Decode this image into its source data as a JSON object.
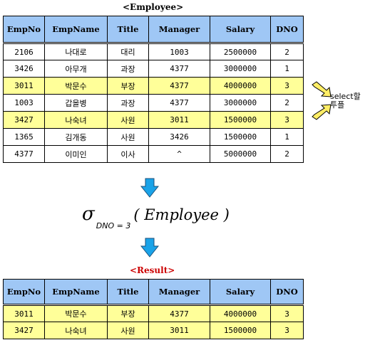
{
  "employee": {
    "caption": "<Employee>",
    "columns": [
      "EmpNo",
      "EmpName",
      "Title",
      "Manager",
      "Salary",
      "DNO"
    ],
    "rows": [
      {
        "cells": [
          "2106",
          "나대로",
          "대리",
          "1003",
          "2500000",
          "2"
        ],
        "selected": false
      },
      {
        "cells": [
          "3426",
          "아무개",
          "과장",
          "4377",
          "3000000",
          "1"
        ],
        "selected": false
      },
      {
        "cells": [
          "3011",
          "박문수",
          "부장",
          "4377",
          "4000000",
          "3"
        ],
        "selected": true
      },
      {
        "cells": [
          "1003",
          "갑을병",
          "과장",
          "4377",
          "3000000",
          "2"
        ],
        "selected": false
      },
      {
        "cells": [
          "3427",
          "나숙녀",
          "사원",
          "3011",
          "1500000",
          "3"
        ],
        "selected": true
      },
      {
        "cells": [
          "1365",
          "김개동",
          "사원",
          "3426",
          "1500000",
          "1"
        ],
        "selected": false
      },
      {
        "cells": [
          "4377",
          "이미인",
          "이사",
          "^",
          "5000000",
          "2"
        ],
        "selected": false
      }
    ]
  },
  "selection_note": {
    "line1": "select할",
    "line2": "투플"
  },
  "expression": {
    "operator": "σ",
    "condition": "DNO = 3",
    "argument": "( Employee )"
  },
  "result": {
    "caption": "<Result>",
    "caption_color": "#cc0000",
    "columns": [
      "EmpNo",
      "EmpName",
      "Title",
      "Manager",
      "Salary",
      "DNO"
    ],
    "rows": [
      {
        "cells": [
          "3011",
          "박문수",
          "부장",
          "4377",
          "4000000",
          "3"
        ],
        "selected": true
      },
      {
        "cells": [
          "3427",
          "나숙녀",
          "사원",
          "3011",
          "1500000",
          "3"
        ],
        "selected": true
      }
    ]
  },
  "colors": {
    "header": "#9fc7f5",
    "selected_row": "#ffff99",
    "arrow_blue": "#1aa3e8",
    "note_arrow": "#ffee66"
  }
}
